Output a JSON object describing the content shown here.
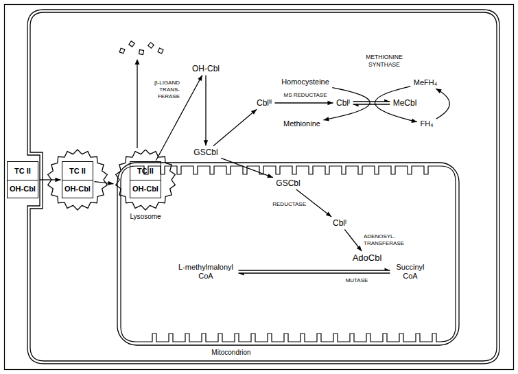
{
  "diagram": {
    "nodes": [
      {
        "text": [
          "TC II",
          "OH-Cbl"
        ]
      },
      {
        "text": [
          "TC II",
          "OH-Cbl"
        ]
      },
      {
        "text": [
          "Lysosome"
        ]
      },
      {
        "text": [
          "TC II",
          "OH-Cbl"
        ],
        "in": 2
      },
      {
        "text": [
          "OH-Cbl"
        ]
      },
      {
        "text": [
          "GSCbl"
        ]
      },
      {
        "text": [
          "Cblᴵᴵ"
        ]
      },
      {
        "text": [
          "Cblᴵ"
        ]
      },
      {
        "text": [
          "MeCbl"
        ]
      },
      {
        "text": [
          "Homocysteine"
        ]
      },
      {
        "text": [
          "Methionine"
        ]
      },
      {
        "text": [
          "MeFH₄"
        ]
      },
      {
        "text": [
          "FH₄"
        ]
      },
      {
        "text": [
          "Mitocondrion"
        ]
      },
      {
        "text": [
          "GSCbl"
        ],
        "in": 13
      },
      {
        "text": [
          "Cblᴵ"
        ],
        "in": 13
      },
      {
        "text": [
          "AdoCbl"
        ],
        "in": 13
      },
      {
        "text": [
          "L-methylmalonyl CoA"
        ],
        "in": 13
      },
      {
        "text": [
          "Succinyl CoA"
        ],
        "in": 13
      }
    ],
    "edges": [
      {
        "from": 0,
        "to": 1,
        "arrow": "to"
      },
      {
        "from": 1,
        "to": 2,
        "arrow": "to"
      },
      {
        "from": 3,
        "to": 4,
        "arrow": "to",
        "label": "β-LIGAND TRANS- FERASE"
      },
      {
        "from": 4,
        "to": 5,
        "arrow": "to"
      },
      {
        "from": 5,
        "to": 6,
        "arrow": "to"
      },
      {
        "from": 6,
        "to": 7,
        "arrow": "to",
        "label": "MS REDUCTASE"
      },
      {
        "from": 7,
        "to": 8,
        "arrow": "both"
      },
      {
        "from": 9,
        "to": 10,
        "arrow": "to"
      },
      {
        "from": 11,
        "to": 12,
        "arrow": "to"
      },
      {
        "from": 12,
        "to": 11,
        "arrow": "to"
      },
      {
        "from": 5,
        "to": 14,
        "arrow": "to"
      },
      {
        "from": 14,
        "to": 15,
        "arrow": "to",
        "label": "REDUCTASE"
      },
      {
        "from": 15,
        "to": 16,
        "arrow": "to",
        "label": "ADENOSYL- TRANSFERASE"
      },
      {
        "from": 17,
        "to": 18,
        "arrow": "both",
        "label": "MUTASE"
      }
    ],
    "labels": [
      "METHIONINE SYNTHASE"
    ]
  }
}
